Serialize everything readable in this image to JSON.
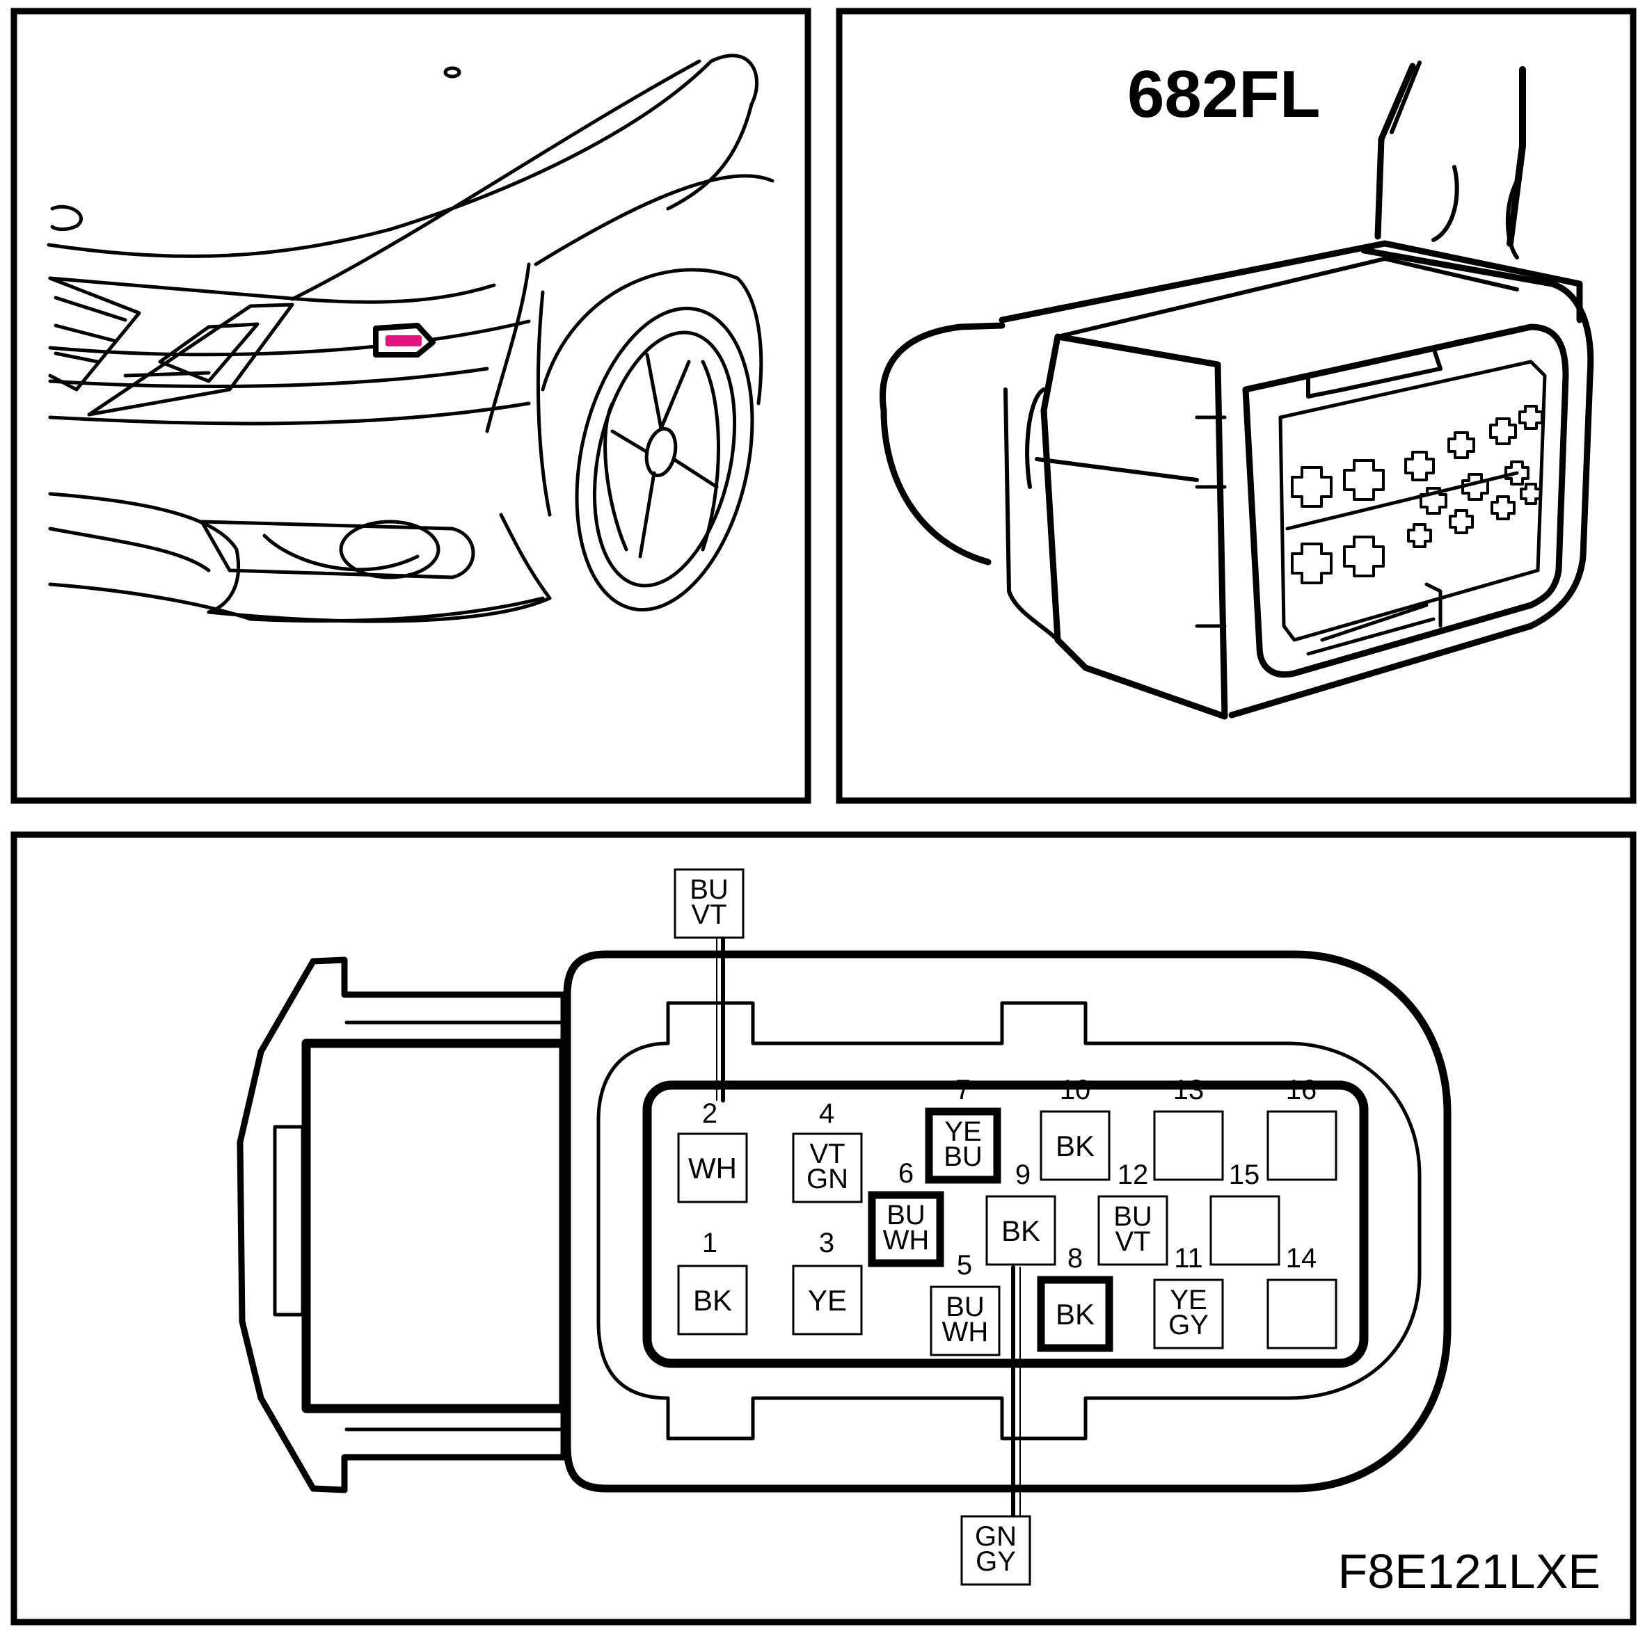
{
  "connector": {
    "id": "682FL",
    "figure_code": "F8E121LXE",
    "highlight_color": "#e0157f"
  },
  "pins": [
    {
      "num": "1",
      "colors": [
        "BK"
      ],
      "emphasis": false
    },
    {
      "num": "2",
      "colors": [
        "WH"
      ],
      "emphasis": false
    },
    {
      "num": "3",
      "colors": [
        "YE"
      ],
      "emphasis": false
    },
    {
      "num": "4",
      "colors": [
        "VT",
        "GN"
      ],
      "emphasis": false
    },
    {
      "num": "5",
      "colors": [
        "BU",
        "WH"
      ],
      "emphasis": false
    },
    {
      "num": "6",
      "colors": [
        "BU",
        "WH"
      ],
      "emphasis": true
    },
    {
      "num": "7",
      "colors": [
        "YE",
        "BU"
      ],
      "emphasis": true
    },
    {
      "num": "8",
      "colors": [
        "BK"
      ],
      "emphasis": true
    },
    {
      "num": "9",
      "colors": [
        "BK"
      ],
      "emphasis": false
    },
    {
      "num": "10",
      "colors": [
        "BK"
      ],
      "emphasis": false
    },
    {
      "num": "11",
      "colors": [
        "YE",
        "GY"
      ],
      "emphasis": false
    },
    {
      "num": "12",
      "colors": [
        "BU",
        "VT"
      ],
      "emphasis": false
    },
    {
      "num": "13",
      "colors": [],
      "emphasis": false
    },
    {
      "num": "14",
      "colors": [],
      "emphasis": false
    },
    {
      "num": "15",
      "colors": [],
      "emphasis": false
    },
    {
      "num": "16",
      "colors": [],
      "emphasis": false
    }
  ],
  "callouts": [
    {
      "pin": "2",
      "colors": [
        "BU",
        "VT"
      ]
    },
    {
      "pin": "9",
      "colors": [
        "GN",
        "GY"
      ]
    }
  ]
}
